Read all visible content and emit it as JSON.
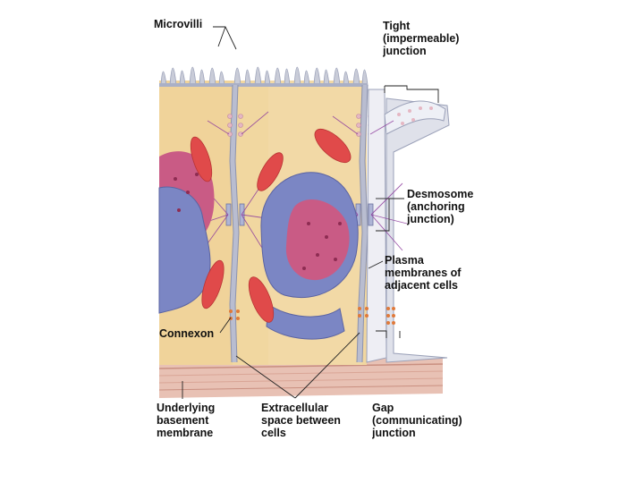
{
  "labels": {
    "microvilli": [
      "Microvilli"
    ],
    "tight_junction": [
      "Tight",
      "(impermeable)",
      "junction"
    ],
    "desmosome": [
      "Desmosome",
      "(anchoring",
      "junction)"
    ],
    "plasma_membranes": [
      "Plasma",
      "membranes of",
      "adjacent cells"
    ],
    "connexon": [
      "Connexon"
    ],
    "basement_membrane": [
      "Underlying",
      "basement",
      "membrane"
    ],
    "extracellular_space": [
      "Extracellular",
      "space between",
      "cells"
    ],
    "gap_junction": [
      "Gap",
      "(communicating)",
      "junction"
    ]
  },
  "colors": {
    "cytoplasm": "#f1d7a0",
    "membrane": "#c9ccd8",
    "nucleus": "#c95b85",
    "organelle": "#7b86c4",
    "mitochondria": "#e04a4a",
    "basement": "#e8c1b4",
    "fibers": "#8f3f9e"
  }
}
